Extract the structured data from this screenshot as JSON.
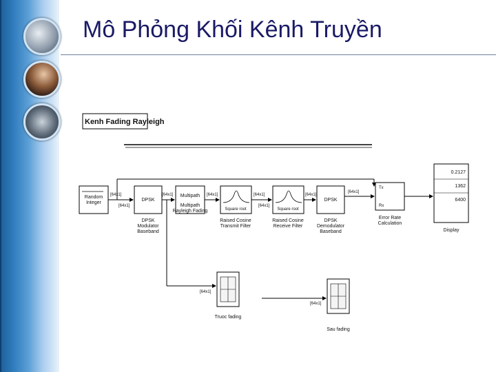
{
  "slide": {
    "title": "Mô Phỏng Khối Kênh Truyền"
  },
  "model": {
    "subsystem_label": "Kenh Fading Rayleigh",
    "blocks": {
      "random_integer": "Random\nInteger",
      "dpsk_mod": "DPSK\nModulator\nBaseband",
      "multipath": "Multipath\nRayleigh Fading",
      "tx_filter": "Raised Cosine\nTransmit Filter",
      "rx_filter": "Raised Cosine\nReceive Filter",
      "dpsk_demod": "DPSK\nDemodulator\nBaseband",
      "error_rate": "Error Rate\nCalculation",
      "display": "Display",
      "scope_before": "Truoc fading",
      "scope_after": "Sau fading"
    },
    "block_inner": {
      "tx_filter": "Square root",
      "rx_filter": "Square root",
      "dpsk_mod": "DPSK",
      "dpsk_demod": "DPSK",
      "error_rate_tx": "Tx",
      "error_rate_rx": "Rx",
      "multipath": "Multipath"
    },
    "signal_labels": {
      "s1": "[64x1]",
      "s2": "[64x1]",
      "s3": "[64x1]",
      "s4": "[64x1]",
      "s5": "[64x1]",
      "s6": "[64x1]",
      "s7": "[64x1]",
      "s8": "[64x1]",
      "s9": "[64x1]",
      "s10": "[64x1]"
    },
    "display_values": [
      "0.2127",
      "1362",
      "6400"
    ]
  }
}
